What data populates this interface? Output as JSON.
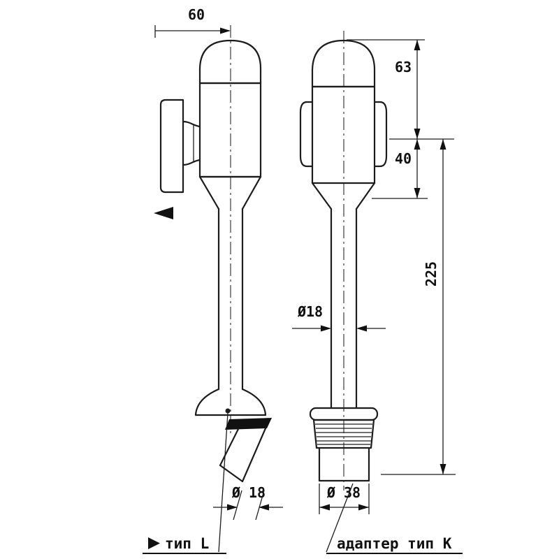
{
  "drawing": {
    "dims": {
      "width_60": "60",
      "height_63": "63",
      "height_40": "40",
      "height_225": "225",
      "dia_tube": "Ø18",
      "dia_spout": "Ø 18",
      "dia_adapter": "Ø 38"
    },
    "labels": {
      "type_l": "тип L",
      "type_k": "адаптер тип K"
    }
  }
}
